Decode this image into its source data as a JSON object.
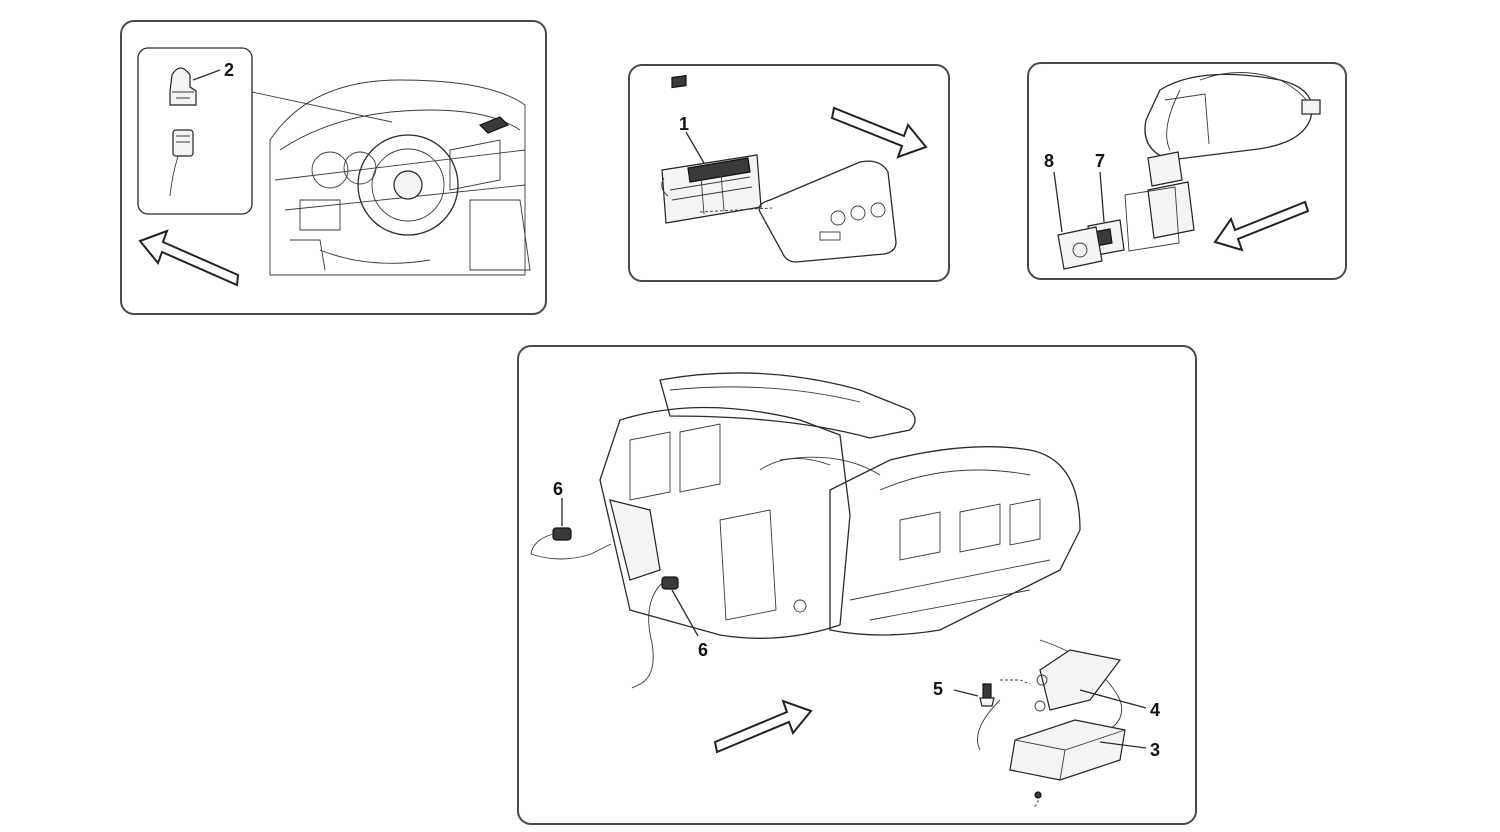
{
  "diagram": {
    "colors": {
      "line": "#2a2a2a",
      "border": "#4a4a4a",
      "background": "#ffffff"
    },
    "panels": [
      {
        "id": "dashboard",
        "callouts": [
          "2"
        ]
      },
      {
        "id": "control-panel",
        "callouts": [
          "1"
        ]
      },
      {
        "id": "seat-switch",
        "callouts": [
          "8",
          "7"
        ]
      },
      {
        "id": "hvac-unit",
        "callouts": [
          "6",
          "6",
          "5",
          "4",
          "3"
        ]
      }
    ],
    "icons": [
      "direction-arrow-icon"
    ]
  }
}
